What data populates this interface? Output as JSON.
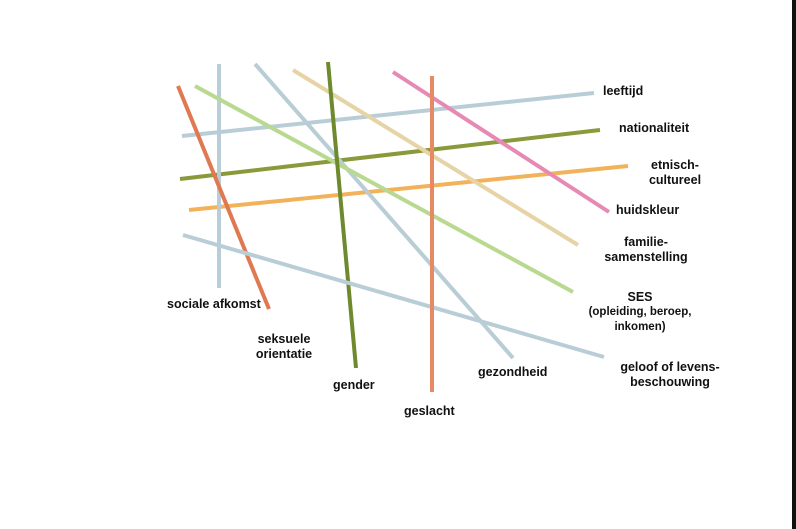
{
  "labels": {
    "leeftijd": "leeftijd",
    "nationaliteit": "nationaliteit",
    "etnisch_1": "etnisch-",
    "etnisch_2": "cultureel",
    "huidskleur": "huidskleur",
    "familie_1": "familie-",
    "familie_2": "samenstelling",
    "ses_1": "SES",
    "ses_2": "(opleiding, beroep,",
    "ses_3": "inkomen)",
    "geloof_1": "geloof of levens-",
    "geloof_2": "beschouwing",
    "sociale_afkomst": "sociale afkomst",
    "seksuele_1": "seksuele",
    "seksuele_2": "orientatie",
    "gender": "gender",
    "geslacht": "geslacht",
    "gezondheid": "gezondheid"
  },
  "colors": {
    "leeftijd": "#b9cdd6",
    "nationaliteit": "#8a9a3a",
    "etnisch": "#f2b25a",
    "huidskleur": "#e68ab5",
    "familie": "#e6d3a6",
    "ses": "#b8d98f",
    "geloof": "#b9cdd6",
    "sociale_afkomst": "#b9cdd6",
    "seksuele": "#e07852",
    "gender": "#6f8a2e",
    "geslacht": "#e58a62",
    "gezondheid": "#b9cdd6"
  }
}
